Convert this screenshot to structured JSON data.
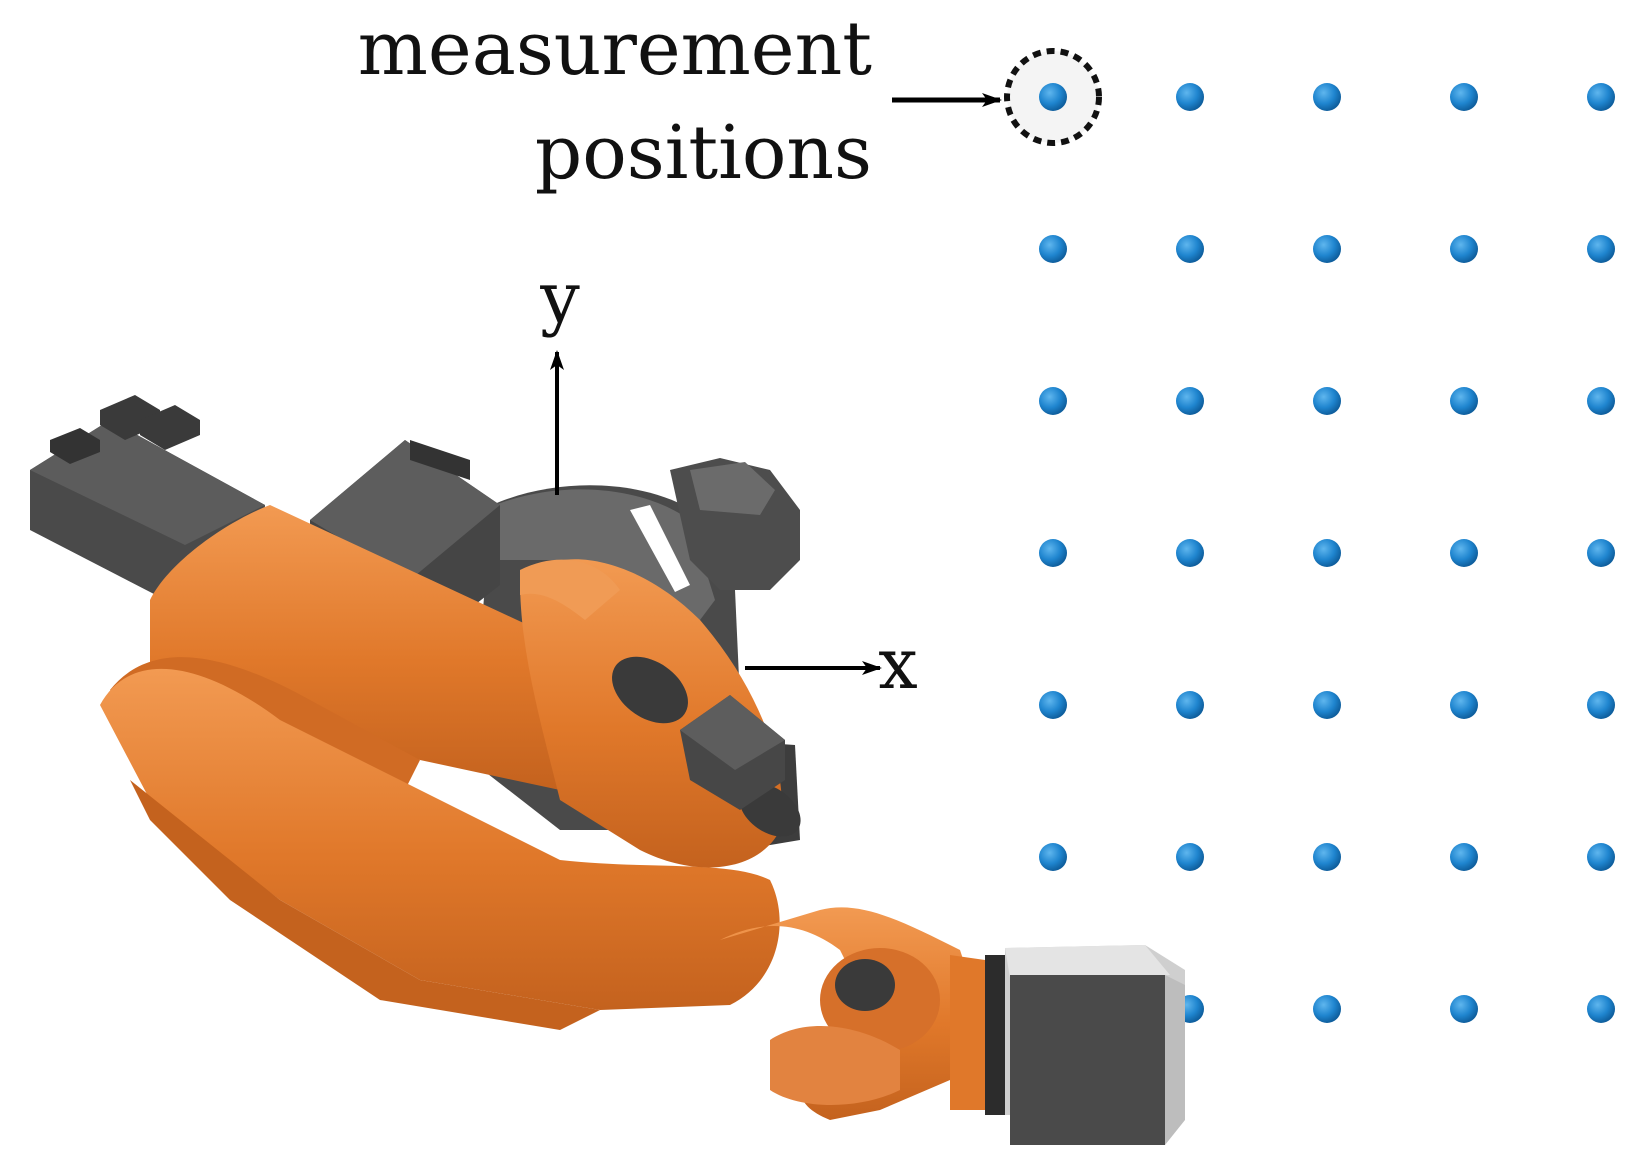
{
  "annotation": {
    "line1": "measurement",
    "line2": "positions"
  },
  "axes": {
    "x_label": "x",
    "y_label": "y"
  },
  "grid": {
    "columns": 5,
    "rows": 7,
    "dot_color": "#1f85cf",
    "dot_color_dark": "#0f5f9e",
    "highlighted": {
      "row": 0,
      "col": 0
    },
    "occluded": [
      {
        "row": 6,
        "col": 0
      }
    ]
  },
  "colors": {
    "robot_orange": "#e0782a",
    "robot_orange_light": "#f0954a",
    "robot_orange_dark": "#b95a1a",
    "robot_gray": "#4a4a4a",
    "robot_gray_dark": "#2f2f2f",
    "robot_gray_light": "#6a6a6a",
    "axis_color": "#000000"
  }
}
